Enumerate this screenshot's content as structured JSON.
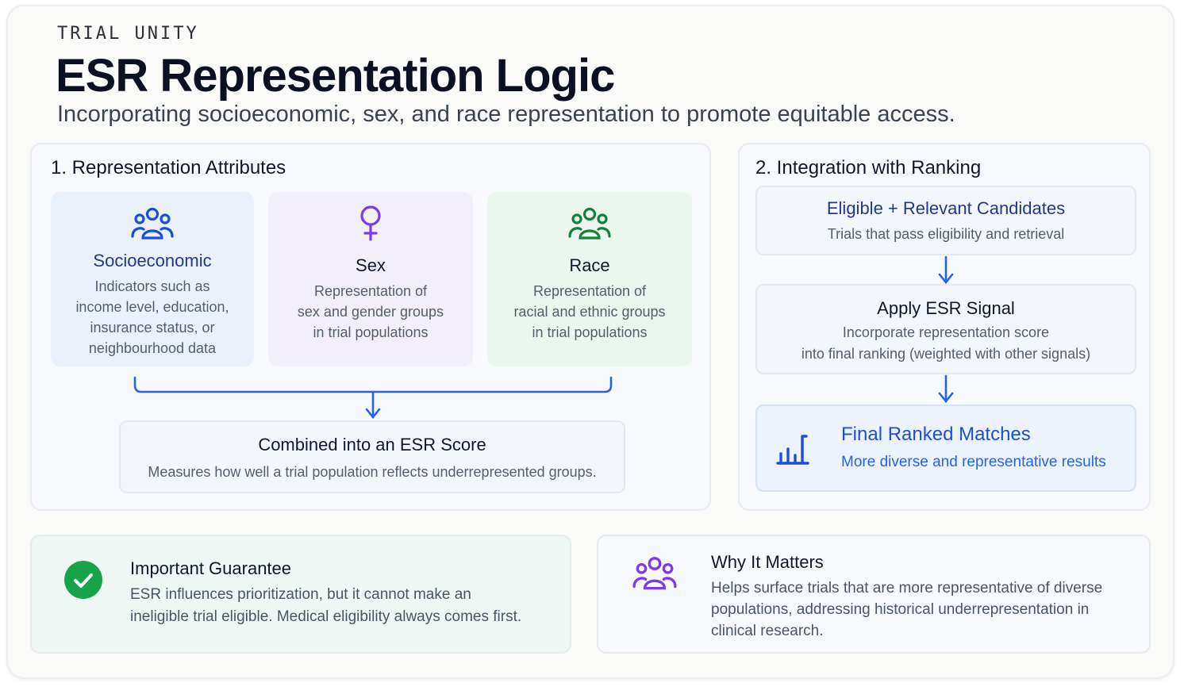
{
  "header": {
    "brand": "TRIAL UNITY",
    "title": "ESR Representation Logic",
    "subtitle": "Incorporating socioeconomic, sex, and race representation to promote equitable access."
  },
  "attributes_panel": {
    "title": "1. Representation Attributes",
    "cards": [
      {
        "name": "Socioeconomic",
        "icon": "people-group-icon",
        "description": [
          "Indicators such as",
          "income level, education,",
          "insurance status, or",
          "neighbourhood data"
        ],
        "accent": "#1d4ed8"
      },
      {
        "name": "Sex",
        "icon": "gender-symbol-icon",
        "description": [
          "Representation of",
          "sex and gender groups",
          "in trial populations"
        ],
        "accent": "#7c3aed"
      },
      {
        "name": "Race",
        "icon": "people-group-icon",
        "description": [
          "Representation of",
          "racial and ethnic groups",
          "in trial populations"
        ],
        "accent": "#15803d"
      }
    ],
    "combined": {
      "title": "Combined into an ESR Score",
      "description": "Measures how well a trial population reflects underrepresented groups."
    }
  },
  "ranking_panel": {
    "title": "2. Integration with Ranking",
    "steps": [
      {
        "title": "Eligible + Relevant Candidates",
        "description": [
          "Trials that pass eligibility and retrieval"
        ]
      },
      {
        "title": "Apply ESR Signal",
        "description": [
          "Incorporate representation score",
          "into final ranking (weighted with other signals)"
        ]
      }
    ],
    "final": {
      "title": "Final Ranked Matches",
      "description": "More diverse and representative results",
      "icon": "bar-chart-icon"
    }
  },
  "guarantee": {
    "title": "Important Guarantee",
    "description": [
      "ESR influences prioritization, but it cannot make an",
      "ineligible trial eligible. Medical eligibility always comes first."
    ],
    "icon": "check-circle-icon"
  },
  "why": {
    "title": "Why It Matters",
    "description": [
      "Helps surface trials that are more representative of diverse",
      "populations, addressing historical underrepresentation in",
      "clinical research."
    ],
    "icon": "people-group-icon"
  },
  "colors": {
    "primary_blue": "#1d4ed8",
    "connector_blue": "#2563eb",
    "purple": "#7c3aed",
    "green": "#15803d",
    "check_green": "#16a34a",
    "socioeconomic_bg": "#eaf1fb",
    "sex_bg": "#f2effa",
    "race_bg": "#ebf6ef",
    "guarantee_bg": "#eef7f3",
    "why_bg": "#f8f9fd"
  }
}
